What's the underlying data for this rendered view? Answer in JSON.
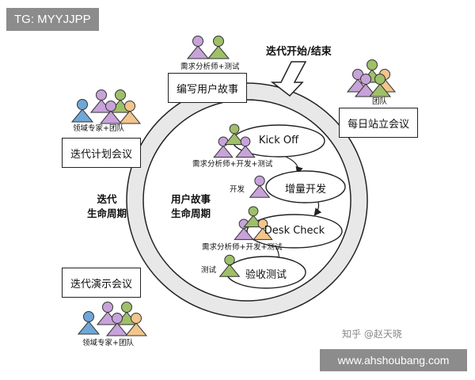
{
  "tag": "TG: MYYJJPP",
  "footer": "www.ahshoubang.com",
  "watermark": "知乎 @赵天晓",
  "arrow_label": "迭代开始/结束",
  "outer_label_line1": "迭代",
  "outer_label_line2": "生命周期",
  "inner_label_line1": "用户故事",
  "inner_label_line2": "生命周期",
  "boxes": {
    "write_story": "编写用户故事",
    "plan_meeting": "迭代计划会议",
    "standup": "每日站立会议",
    "demo_meeting": "迭代演示会议"
  },
  "ovals": {
    "kickoff": "Kick Off",
    "dev": "增量开发",
    "deskcheck": "Desk Check",
    "acceptance": "验收测试"
  },
  "role_labels": {
    "ba_test_top": "需求分析师+测试",
    "domain_team_left": "领域专家+团队",
    "team_right": "团队",
    "ba_dev_test_1": "需求分析师+开发+测试",
    "dev": "开发",
    "ba_dev_test_2": "需求分析师+开发+测试",
    "test": "测试",
    "domain_team_bottom": "领域专家+团队"
  },
  "colors": {
    "blue": "#6fa8d8",
    "green": "#9fbf6a",
    "purple": "#c7a3d9",
    "orange": "#f2c58c",
    "tag_bg": "#8c8c8c"
  }
}
